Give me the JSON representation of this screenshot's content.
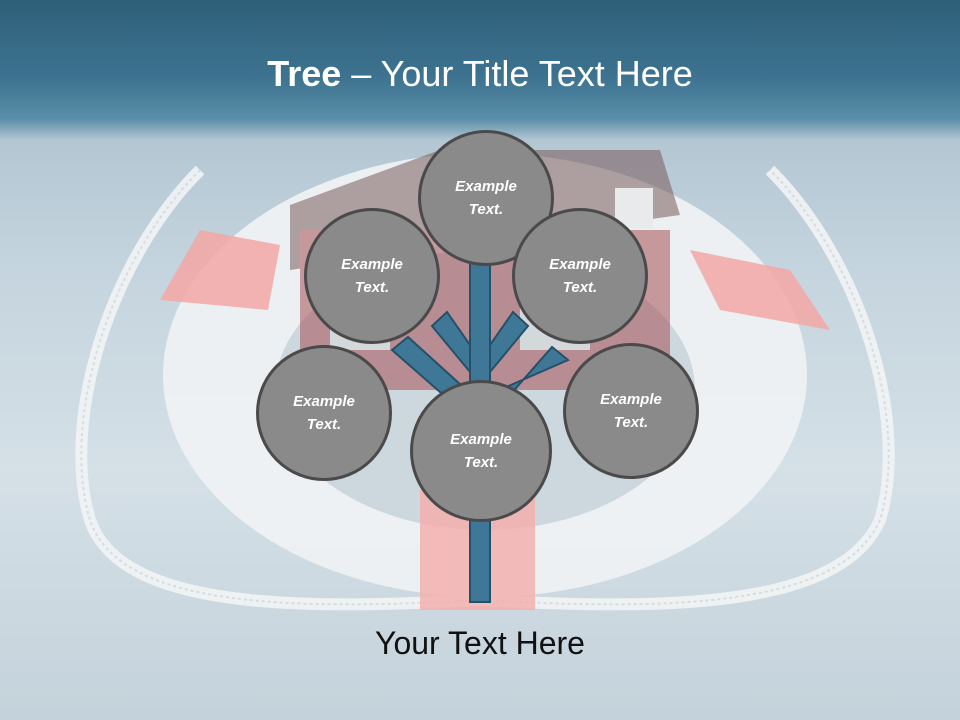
{
  "title": {
    "bold": "Tree",
    "rest": " – Your Title Text Here"
  },
  "nodes": [
    {
      "label": "Example Text."
    },
    {
      "label": "Example Text."
    },
    {
      "label": "Example Text."
    },
    {
      "label": "Example Text."
    },
    {
      "label": "Example Text."
    },
    {
      "label": "Example Text."
    }
  ],
  "footer": "Your Text Here",
  "colors": {
    "header": "#3d7390",
    "branch": "#3f7896",
    "node_fill": "#8a8a8a",
    "node_border": "#4a4a4a"
  }
}
